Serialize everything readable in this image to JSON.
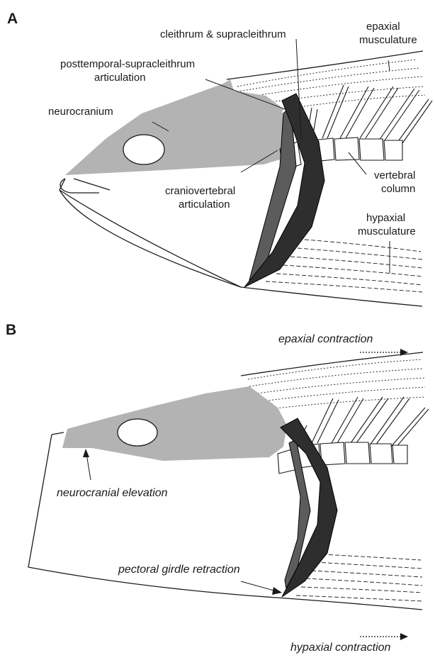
{
  "panels": {
    "a": {
      "letter": "A",
      "labels": {
        "cleithrum": "cleithrum & supracleithrum",
        "epaxial_1": "epaxial",
        "epaxial_2": "musculature",
        "posttemporal_1": "posttemporal-supracleithrum",
        "posttemporal_2": "articulation",
        "neurocranium": "neurocranium",
        "craniovertebral_1": "craniovertebral",
        "craniovertebral_2": "articulation",
        "vertebral_1": "vertebral",
        "vertebral_2": "column",
        "hypaxial_1": "hypaxial",
        "hypaxial_2": "musculature"
      }
    },
    "b": {
      "letter": "B",
      "labels": {
        "epaxial_contraction": "epaxial contraction",
        "neurocranial_elevation": "neurocranial elevation",
        "pectoral_girdle_retraction": "pectoral girdle retraction",
        "hypaxial_contraction": "hypaxial contraction"
      }
    }
  },
  "colors": {
    "neurocranium": "#b3b3b3",
    "cleithrum": "#2e2e2e",
    "supracleithrum": "#5c5c5c",
    "outline": "#1a1a1a"
  }
}
